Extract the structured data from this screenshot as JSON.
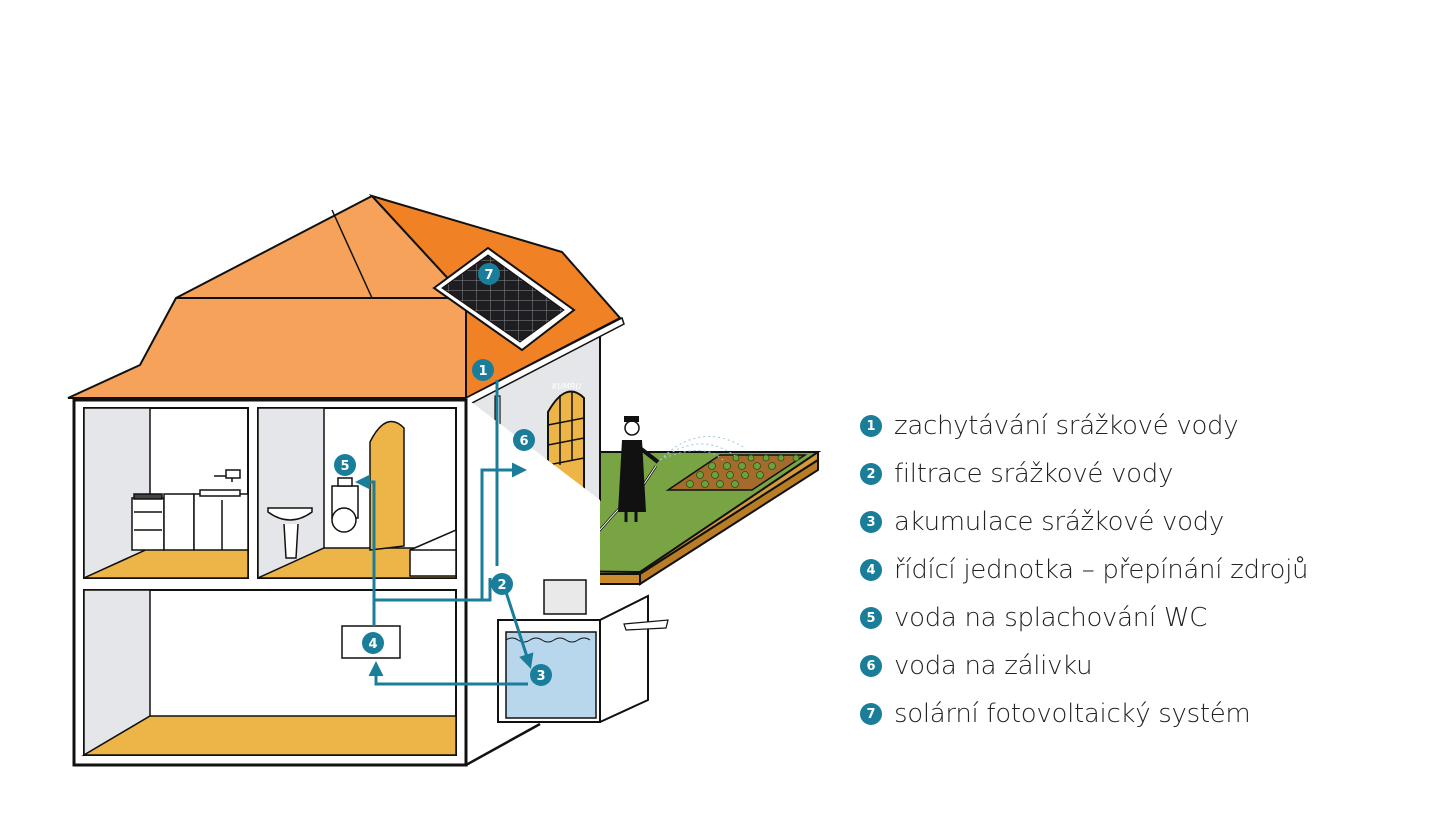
{
  "colors": {
    "accent": "#1a7d9a",
    "roof_light": "#f6a25a",
    "roof_dark": "#f08125",
    "floor": "#edb548",
    "wall_gray": "#e4e6ea",
    "grass": "#79a444",
    "water": "#b9d7ec",
    "outline": "#111111"
  },
  "icons": {
    "badge": "numbered-circle-icon",
    "arrow": "flow-arrow-icon"
  },
  "markers": {
    "m1": "1",
    "m2": "2",
    "m3": "3",
    "m4": "4",
    "m5": "5",
    "m6": "6",
    "m7": "7"
  },
  "door_sign": "KUMRU",
  "legend": [
    {
      "number": "1",
      "label": "zachytávání srážkové vody"
    },
    {
      "number": "2",
      "label": "filtrace srážkové vody"
    },
    {
      "number": "3",
      "label": "akumulace srážkové vody"
    },
    {
      "number": "4",
      "label": "řídící jednotka – přepínání zdrojů"
    },
    {
      "number": "5",
      "label": "voda na splachování WC"
    },
    {
      "number": "6",
      "label": "voda na zálivku"
    },
    {
      "number": "7",
      "label": "solární fotovoltaický systém"
    }
  ]
}
